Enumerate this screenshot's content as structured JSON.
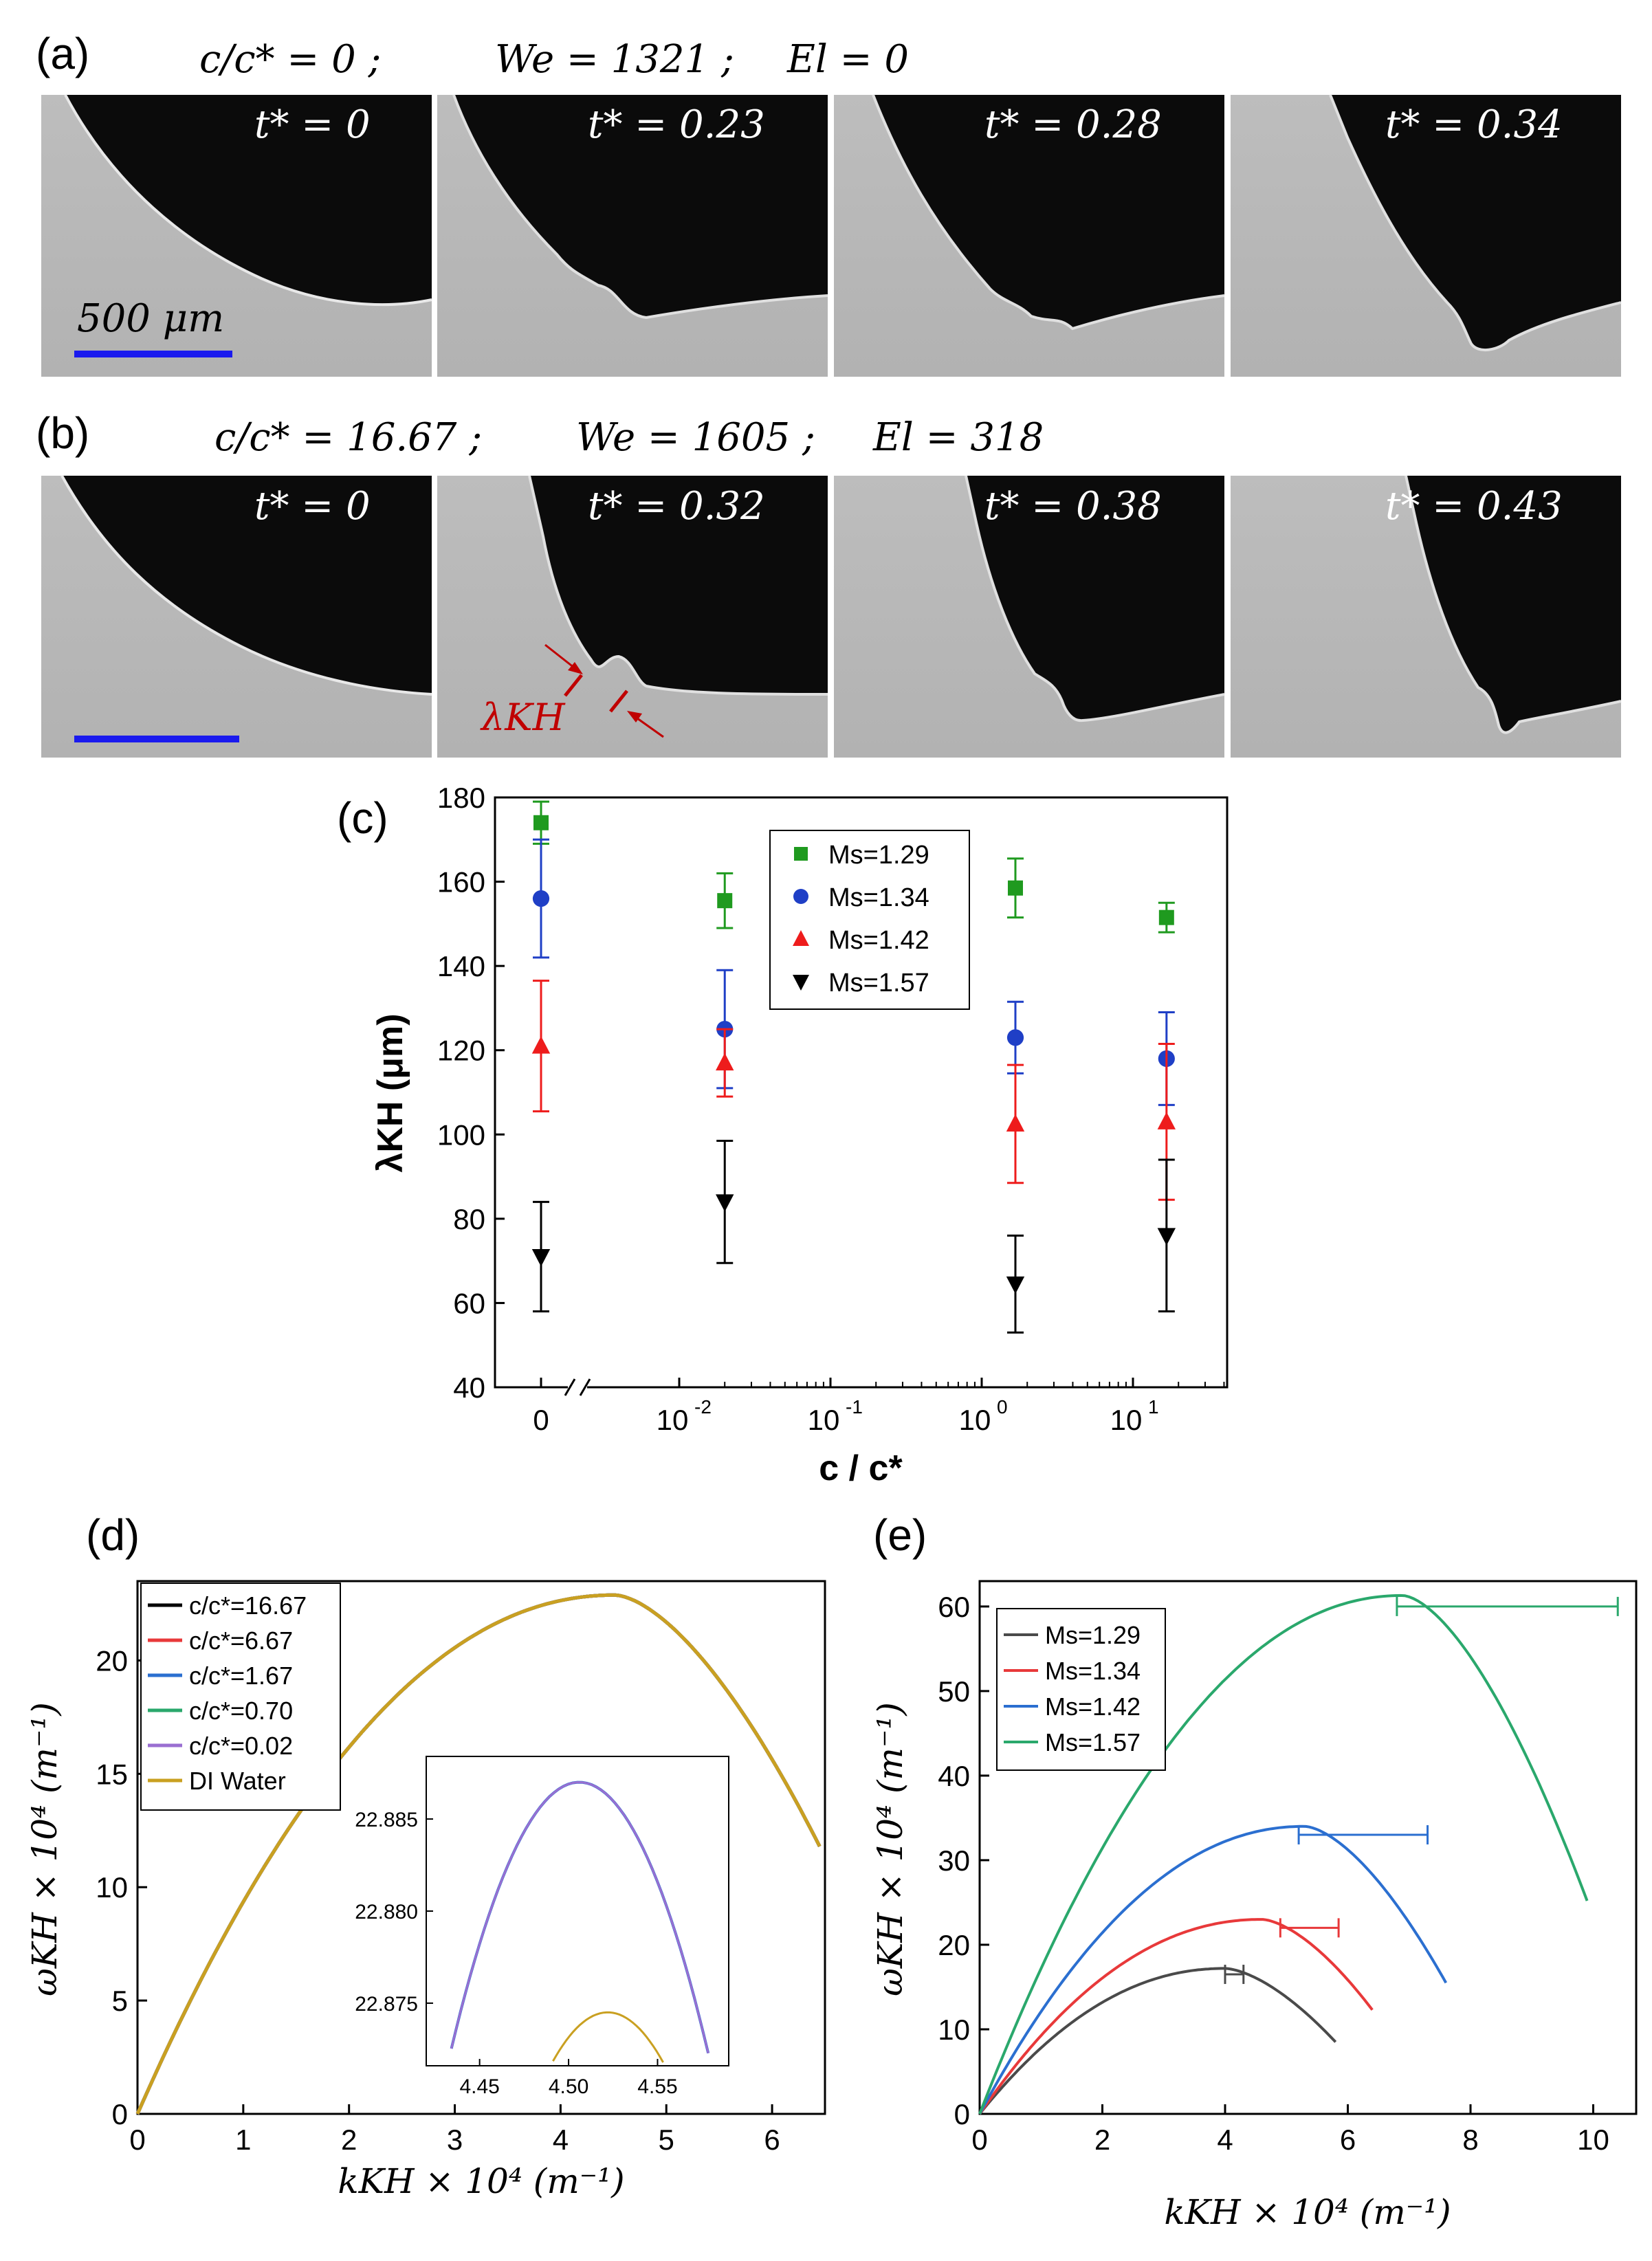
{
  "panel_a": {
    "label": "(a)",
    "header": [
      "c/c* = 0 ;",
      "We = 1321 ;",
      "El = 0"
    ],
    "frames": [
      "t* = 0",
      "t* = 0.23",
      "t* = 0.28",
      "t* = 0.34"
    ],
    "scale_bar": "500 μm"
  },
  "panel_b": {
    "label": "(b)",
    "header": [
      "c/c* = 16.67 ;",
      "We = 1605 ;",
      "El = 318"
    ],
    "frames": [
      "t* = 0",
      "t* = 0.32",
      "t* = 0.38",
      "t* = 0.43"
    ],
    "annotation": "λKH"
  },
  "colors": {
    "black": "#000000",
    "red": "#ee1c1c",
    "blue": "#1f3fc6",
    "green": "#1f9a1f",
    "grey": "#4a4a4a",
    "red2": "#e8393a",
    "blue2": "#2b6fd0",
    "green2": "#2aa86c",
    "purple": "#9a6fd1",
    "gold": "#c9a021",
    "scale": "#1a1aee",
    "annot": "#c00000"
  },
  "chart_data": [
    {
      "panel": "(c)",
      "type": "scatter",
      "xlabel": "c / c*",
      "ylabel": "λKH (μm)",
      "ylim": [
        40,
        180
      ],
      "x_ticks": [
        "0",
        "10-2",
        "10-1",
        "100",
        "101"
      ],
      "y_ticks": [
        40,
        60,
        80,
        100,
        120,
        140,
        160,
        180
      ],
      "x": [
        0,
        0.02,
        1.67,
        16.67
      ],
      "series": [
        {
          "name": "Ms=1.29",
          "marker": "square",
          "color": "#1f9a1f",
          "values": [
            174,
            155.5,
            158.5,
            151.5
          ],
          "err": [
            5,
            6.5,
            7,
            3.5
          ]
        },
        {
          "name": "Ms=1.34",
          "marker": "circle",
          "color": "#1f3fc6",
          "values": [
            156,
            125,
            123,
            118
          ],
          "err": [
            14,
            14,
            8.5,
            11
          ]
        },
        {
          "name": "Ms=1.42",
          "marker": "triangle-up",
          "color": "#ee1c1c",
          "values": [
            121,
            117,
            102.5,
            103
          ],
          "err": [
            15.5,
            8,
            14,
            18.5
          ]
        },
        {
          "name": "Ms=1.57",
          "marker": "triangle-down",
          "color": "#000000",
          "values": [
            71,
            84,
            64.5,
            76
          ],
          "err": [
            13,
            14.5,
            11.5,
            18
          ]
        }
      ]
    },
    {
      "panel": "(d)",
      "type": "line",
      "xlabel": "kKH × 10⁴ (m⁻¹)",
      "ylabel": "ωKH × 10⁴ (m⁻¹)",
      "xlim": [
        0,
        6.5
      ],
      "ylim": [
        0,
        23.5
      ],
      "x_ticks": [
        0,
        1,
        2,
        3,
        4,
        5,
        6
      ],
      "y_ticks": [
        0,
        5,
        10,
        15,
        20
      ],
      "peak": {
        "k": 4.52,
        "omega": 22.885,
        "k_end": 6.45,
        "omega_end": 11.8
      },
      "series": [
        {
          "name": "c/c*=16.67",
          "color": "#000000"
        },
        {
          "name": "c/c*=6.67",
          "color": "#e8393a"
        },
        {
          "name": "c/c*=1.67",
          "color": "#2b6fd0"
        },
        {
          "name": "c/c*=0.70",
          "color": "#2aa86c"
        },
        {
          "name": "c/c*=0.02",
          "color": "#9a6fd1"
        },
        {
          "name": "DI Water",
          "color": "#c9a021"
        }
      ],
      "inset": {
        "xlim": [
          4.42,
          4.59
        ],
        "ylim": [
          22.8716,
          22.8884
        ],
        "x_ticks": [
          "4.45",
          "4.50",
          "4.55"
        ],
        "y_ticks": [
          "22.875",
          "22.880",
          "22.885"
        ],
        "polymer_peak": {
          "k": 4.506,
          "omega": 22.887
        },
        "water_peak": {
          "k": 4.522,
          "omega": 22.8745
        }
      }
    },
    {
      "panel": "(e)",
      "type": "line",
      "xlabel": "kKH × 10⁴ (m⁻¹)",
      "ylabel": "ωKH × 10⁴ (m⁻¹)",
      "xlim": [
        0,
        10.7
      ],
      "ylim": [
        0,
        63
      ],
      "x_ticks": [
        0,
        2,
        4,
        6,
        8,
        10
      ],
      "y_ticks": [
        0,
        10,
        20,
        30,
        40,
        50,
        60
      ],
      "series": [
        {
          "name": "Ms=1.29",
          "color": "#4a4a4a",
          "peak_k": 4.0,
          "peak_omega": 17.2,
          "end_k": 5.8,
          "end_omega": 8.5,
          "range": [
            4.0,
            4.3
          ],
          "range_y": 16.5
        },
        {
          "name": "Ms=1.34",
          "color": "#e8393a",
          "peak_k": 4.6,
          "peak_omega": 23.0,
          "end_k": 6.4,
          "end_omega": 12.3,
          "range": [
            4.9,
            5.85
          ],
          "range_y": 22.0
        },
        {
          "name": "Ms=1.42",
          "color": "#2b6fd0",
          "peak_k": 5.3,
          "peak_omega": 34.0,
          "end_k": 7.6,
          "end_omega": 15.5,
          "range": [
            5.2,
            7.3
          ],
          "range_y": 33.0
        },
        {
          "name": "Ms=1.57",
          "color": "#2aa86c",
          "peak_k": 6.9,
          "peak_omega": 61.3,
          "end_k": 9.9,
          "end_omega": 25.2,
          "range": [
            6.8,
            10.4
          ],
          "range_y": 60.0
        }
      ]
    }
  ]
}
